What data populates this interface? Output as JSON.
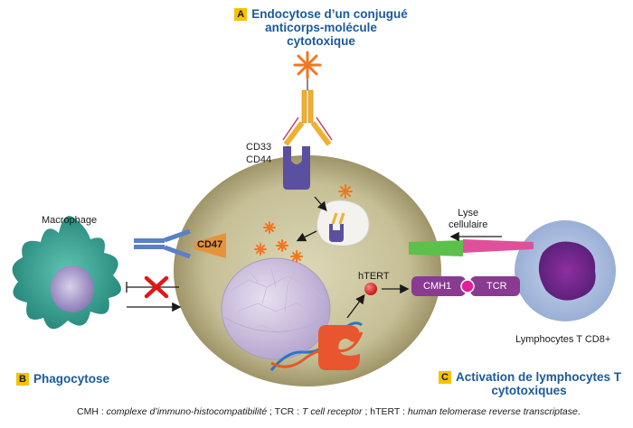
{
  "sections": {
    "a": {
      "badge": "A",
      "title_lines": [
        "Endocytose d’un conjugué",
        "anticorps-molécule",
        "cytotoxique"
      ]
    },
    "b": {
      "badge": "B",
      "title": "Phagocytose"
    },
    "c": {
      "badge": "C",
      "title_lines": [
        "Activation de lymphocytes T",
        "cytotoxiques"
      ]
    }
  },
  "labels": {
    "cd33": "CD33",
    "cd44": "CD44",
    "macrophage": "Macrophage",
    "cd47": "CD47",
    "htert": "hTERT",
    "lyse_line1": "Lyse",
    "lyse_line2": "cellulaire",
    "cmh1": "CMH1",
    "tcr": "TCR",
    "lymphocytes": "Lymphocytes T CD8+"
  },
  "footnote": {
    "p1": "CMH : ",
    "i1": "complexe d’immuno-histocompatibilité",
    "p2": " ; TCR : ",
    "i2": "T cell receptor",
    "p3": " ; hTERT : ",
    "i3": "human telomerase reverse transcriptase",
    "p4": "."
  },
  "colors": {
    "cell_body": "#c9c39b",
    "antibody": "#f0b030",
    "receptor": "#5a4fa0",
    "star": "#f07820",
    "macrophage": "#3ea89a",
    "cd47": "#e8923a",
    "lysis_pink": "#e0509a",
    "lysis_green": "#5cc04a",
    "mhc": "#8a3a90",
    "title_blue": "#1a5a9c",
    "badge_yellow": "#f5c200"
  }
}
